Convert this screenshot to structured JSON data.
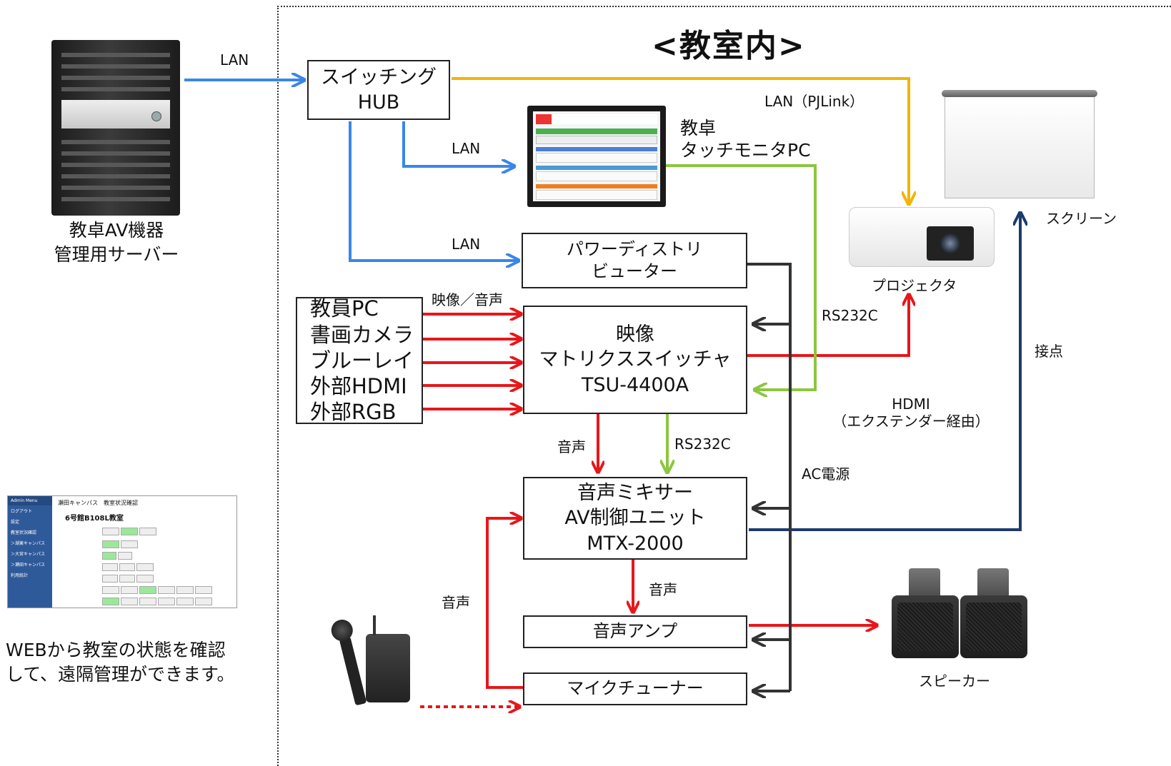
{
  "title": "<教室内>",
  "server": {
    "label_line1": "教卓AV機器",
    "label_line2": "管理用サーバー"
  },
  "web_caption": {
    "line1": "WEBから教室の状態を確認",
    "line2": "して、遠隔管理ができます。"
  },
  "web_screenshot": {
    "menu_title": "Admin Menu",
    "menu_items": [
      "ログアウト",
      "設定",
      "教室状況確認",
      "＞湖東キャンパス",
      "＞大宮キャンパス",
      "＞瀬田キャンパス",
      "利用統計"
    ],
    "header": "瀬田キャンパス　教室状況確認",
    "room": "6号館B108L教室"
  },
  "boxes": {
    "hub": {
      "line1": "スイッチング",
      "line2": "HUB"
    },
    "power": {
      "line1": "パワーディストリ",
      "line2": "ビューター"
    },
    "sources": {
      "lines": [
        "教員PC",
        "書画カメラ",
        "ブルーレイ",
        "外部HDMI",
        "外部RGB"
      ]
    },
    "matrix": {
      "line1": "映像",
      "line2": "マトリクススイッチャ",
      "line3": "TSU-4400A"
    },
    "mixer": {
      "line1": "音声ミキサー",
      "line2": "AV制御ユニット",
      "line3": "MTX-2000"
    },
    "amp": {
      "label": "音声アンプ"
    },
    "tuner": {
      "label": "マイクチューナー"
    }
  },
  "devices": {
    "monitor_line1": "教卓",
    "monitor_line2": "タッチモニタPC",
    "projector": "プロジェクタ",
    "screen": "スクリーン",
    "speaker": "スピーカー"
  },
  "labels": {
    "lan_server": "LAN",
    "lan_pjlink": "LAN（PJLink）",
    "lan_monitor": "LAN",
    "lan_power": "LAN",
    "video_audio": "映像／音声",
    "rs232c_projector": "RS232C",
    "contact": "接点",
    "hdmi_line1": "HDMI",
    "hdmi_line2": "（エクステンダー経由）",
    "audio_matrix": "音声",
    "rs232c_mixer": "RS232C",
    "ac_power": "AC電源",
    "audio_amp": "音声",
    "audio_mic": "音声"
  },
  "colors": {
    "lan": "#3a86e8",
    "pjlink": "#f4b400",
    "video": "#e8161a",
    "control": "#8cc63f",
    "contact": "#1c3a6e",
    "power": "#333333"
  }
}
